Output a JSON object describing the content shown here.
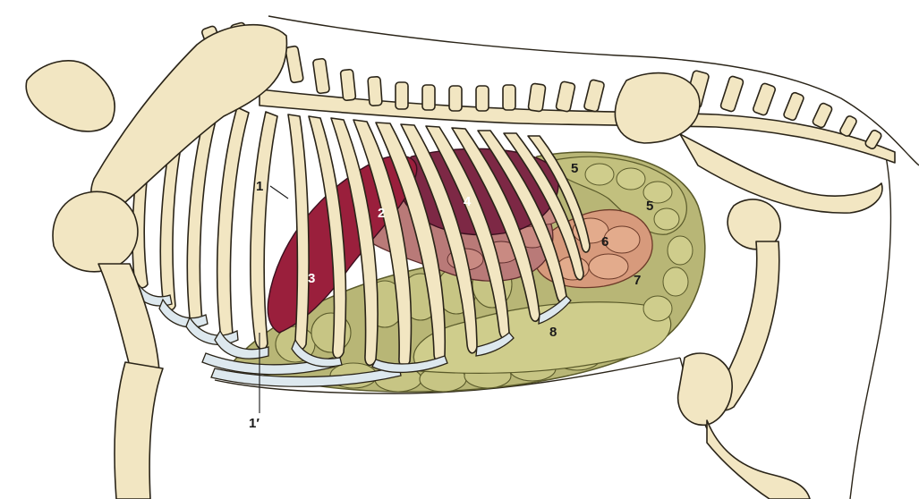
{
  "colors": {
    "bone": "#f2e6c2",
    "bone_outline": "#2a2418",
    "rib_cartilage": "#dde8ee",
    "diaphragm": "#9a1f3c",
    "liver": "#7d2845",
    "stomach": "#b97a78",
    "small_intestine": "#d79a7c",
    "colon": "#b8b676",
    "colon_outline": "#5a5a2a",
    "background": "#ffffff"
  },
  "labels": {
    "l1": "1",
    "l1p": "1′",
    "l2": "2",
    "l3": "3",
    "l4": "4",
    "l5a": "5",
    "l5b": "5",
    "l6": "6",
    "l7": "7",
    "l8": "8"
  }
}
